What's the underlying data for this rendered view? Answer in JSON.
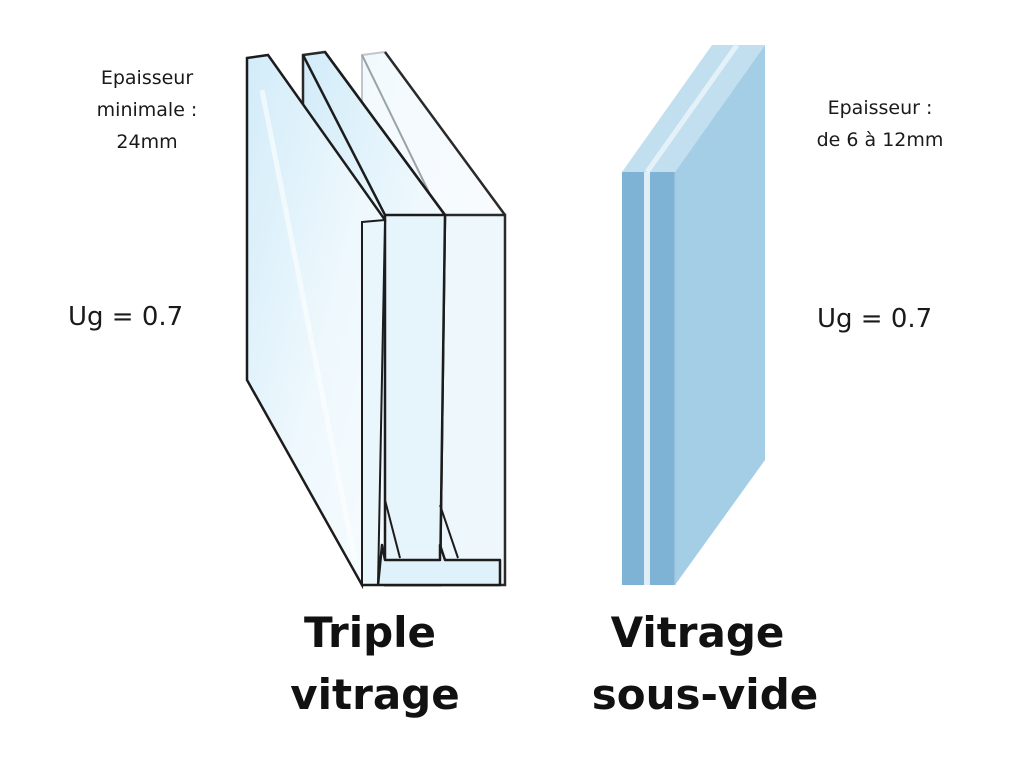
{
  "triple": {
    "thickness_label": "Epaisseur\nminimale :\n24mm",
    "ug": "Ug = 0.7",
    "caption_line1": "Triple",
    "caption_line2": "vitrage"
  },
  "vacuum": {
    "thickness_label": "Epaisseur :\nde 6 à 12mm",
    "ug": "Ug = 0.7",
    "caption_line1": "Vitrage",
    "caption_line2": "sous-vide"
  },
  "colors": {
    "glass_face": "#e3f4fc",
    "glass_outline": "#1c1c1c",
    "vacuum_front": "#7fb3d5",
    "vacuum_side": "#a4cde6",
    "vacuum_top": "#c2dff0",
    "vacuum_seam": "#eaf4fa"
  }
}
